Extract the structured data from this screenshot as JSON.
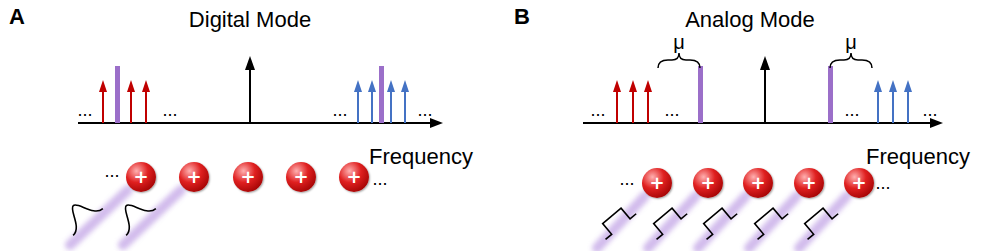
{
  "diagram": {
    "nodes": [
      {
        "text": [
          "+"
        ]
      },
      {
        "text": [
          "+"
        ]
      },
      {
        "text": [
          "+"
        ]
      },
      {
        "text": [
          "+"
        ]
      },
      {
        "text": [
          "+"
        ]
      },
      {
        "text": [
          "+"
        ]
      },
      {
        "text": [
          "+"
        ]
      },
      {
        "text": [
          "+"
        ]
      },
      {
        "text": [
          "+"
        ]
      },
      {
        "text": [
          "+"
        ]
      }
    ],
    "labels": [
      "A",
      "Digital Mode",
      "...",
      "...",
      "...",
      "...",
      "Frequency",
      "...",
      "...",
      "B",
      "Analog Mode",
      "...",
      "...",
      "μ",
      "μ",
      "...",
      "...",
      "Frequency",
      "...",
      "..."
    ]
  }
}
